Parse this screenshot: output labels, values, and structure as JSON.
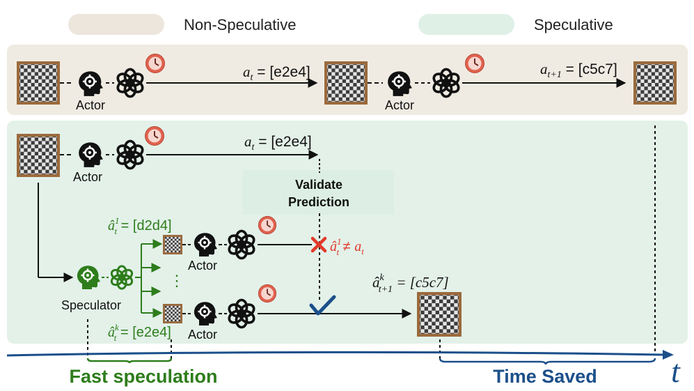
{
  "legend": {
    "non_speculative": "Non-Speculative",
    "speculative": "Speculative"
  },
  "labels": {
    "actor": "Actor",
    "speculator": "Speculator",
    "validate_line1": "Validate",
    "validate_line2": "Prediction",
    "fast_speculation": "Fast speculation",
    "time_saved": "Time Saved",
    "time_axis": "t",
    "vertical_dots": "⋮"
  },
  "equations": {
    "top_at_var": "a",
    "top_at_sub": "t",
    "top_at_value": " = [e2e4]",
    "top_at1_var": "a",
    "top_at1_sub": "t+1",
    "top_at1_value": " = [c5c7]",
    "spec_at_var": "a",
    "spec_at_sub": "t",
    "spec_at_value": " = [e2e4]",
    "guess1_var": "â",
    "guess1_sub": "t",
    "guess1_sup": "1",
    "guess1_value": " = [d2d4]",
    "guessk_var": "â",
    "guessk_sub": "t",
    "guessk_sup": "k",
    "guessk_value": " = [e2e4]",
    "mismatch_var": "â",
    "mismatch_sub": "t",
    "mismatch_sup": "1",
    "mismatch_rel": " ≠ ",
    "mismatch_rhs": "a",
    "mismatch_rhs_sub": "t",
    "result_var": "â",
    "result_sub": "t+1",
    "result_sup": "k",
    "result_value": " = [c5c7]"
  },
  "colors": {
    "non_spec_bg": "#f0ebe2",
    "non_spec_pill": "#ece6dc",
    "spec_bg": "#e3f1e9",
    "spec_pill": "#dff0e7",
    "green": "#2e7d1c",
    "blue": "#1b4f8a",
    "red": "#e23a2a",
    "board_border": "#9b6a3c",
    "clock": "#e0614d"
  },
  "icons": {
    "board": "chessboard-icon",
    "actor": "head-gear-icon",
    "llm": "openai-knot-icon",
    "clock": "clock-icon",
    "cross": "red-x-icon",
    "check": "checkmark-icon"
  }
}
